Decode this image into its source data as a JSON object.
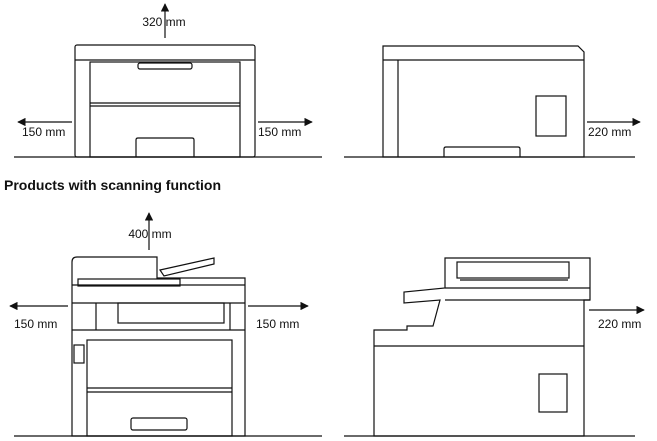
{
  "section_heading": "Products with scanning function",
  "printer_front": {
    "top_clearance": "320 mm",
    "left_clearance": "150 mm",
    "right_clearance": "150 mm"
  },
  "printer_side": {
    "rear_clearance": "220 mm"
  },
  "scanner_front": {
    "top_clearance": "400 mm",
    "left_clearance": "150 mm",
    "right_clearance": "150 mm"
  },
  "scanner_side": {
    "rear_clearance": "220 mm"
  }
}
